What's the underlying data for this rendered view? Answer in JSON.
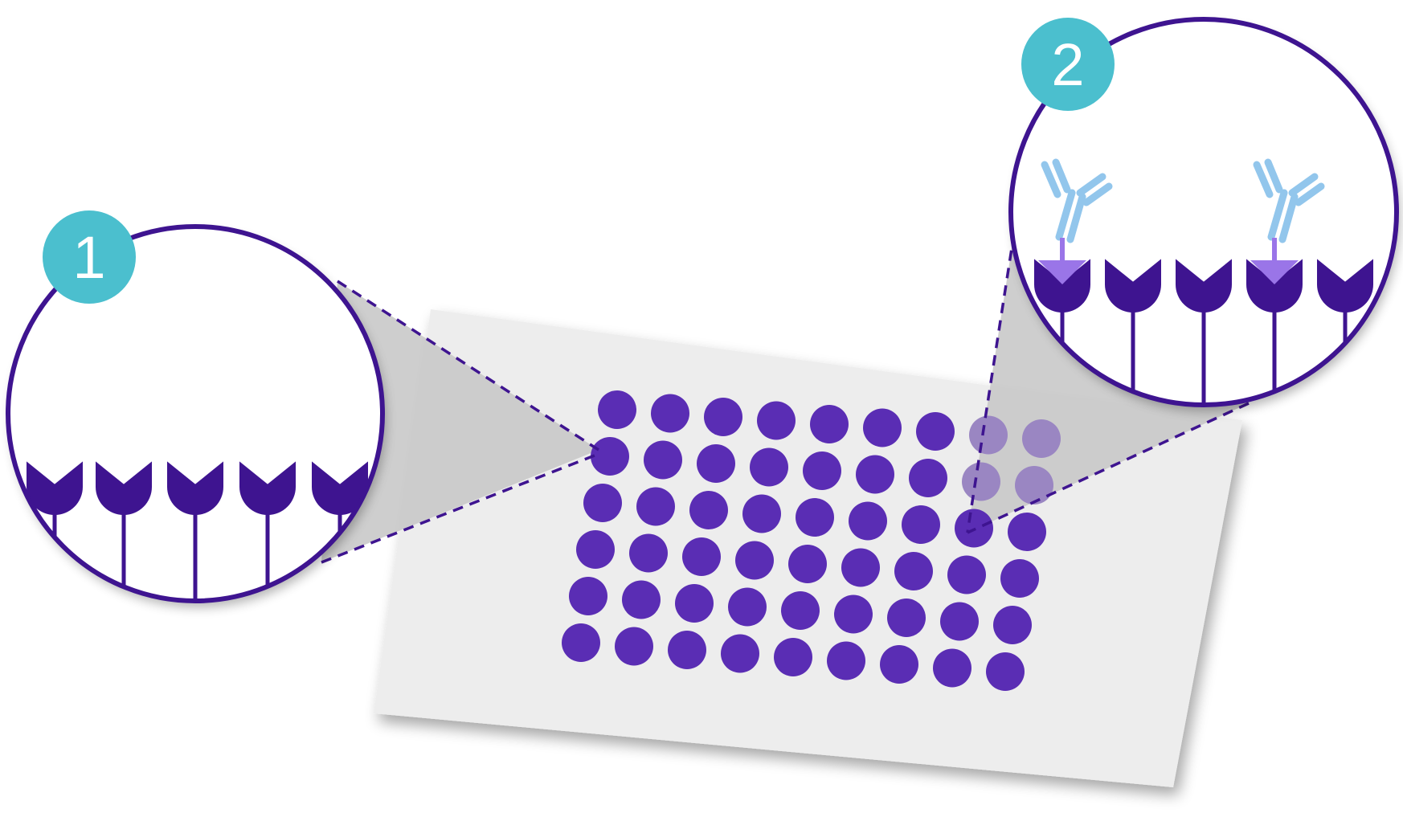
{
  "colors": {
    "slide_fill": "#ededed",
    "spot": "#5a2db4",
    "spot_faded": "#9a86c2",
    "receptor": "#3e1490",
    "outline": "#3e1490",
    "callout_fill": "#c6c6c6",
    "badge": "#4bbfce",
    "antibody": "#92c6ec",
    "antigen": "#9a75e8"
  },
  "badges": [
    {
      "label": "1"
    },
    {
      "label": "2"
    }
  ],
  "magnifiers": [
    {
      "name": "magnifier-1",
      "receptors": 5,
      "bound_antibodies": 0
    },
    {
      "name": "magnifier-2",
      "receptors": 5,
      "bound_antibodies": 2
    }
  ],
  "microarray": {
    "rows": 6,
    "columns": 9,
    "faded_spots": 4
  }
}
